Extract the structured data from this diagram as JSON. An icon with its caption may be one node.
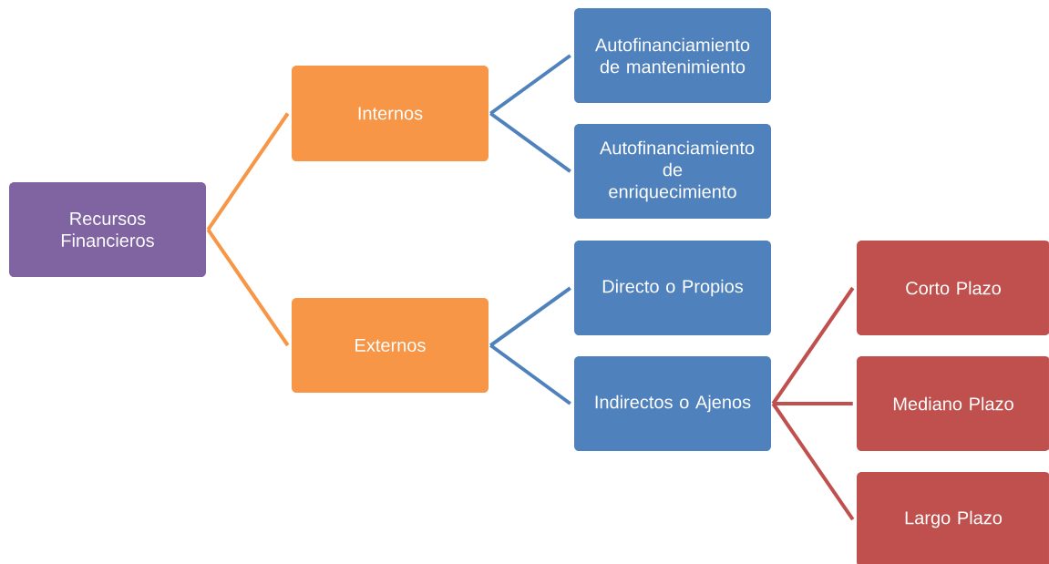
{
  "diagram": {
    "nodes": [
      {
        "text": [
          "Recursos Financieros"
        ]
      },
      {
        "text": [
          "Internos"
        ]
      },
      {
        "text": [
          "Externos"
        ]
      },
      {
        "text": [
          "Autofinanciamiento de mantenimiento"
        ]
      },
      {
        "text": [
          "Autofinanciamiento de enriquecimiento"
        ]
      },
      {
        "text": [
          "Directo o Propios"
        ]
      },
      {
        "text": [
          "Indirectos o Ajenos"
        ]
      },
      {
        "text": [
          "Corto Plazo"
        ]
      },
      {
        "text": [
          "Mediano Plazo"
        ]
      },
      {
        "text": [
          "Largo Plazo"
        ]
      }
    ],
    "edges": [
      {
        "from": 0,
        "to": 1,
        "arrow": "none",
        "color": "#f79646"
      },
      {
        "from": 0,
        "to": 2,
        "arrow": "none",
        "color": "#f79646"
      },
      {
        "from": 1,
        "to": 3,
        "arrow": "none"
      },
      {
        "from": 1,
        "to": 4,
        "arrow": "none"
      },
      {
        "from": 2,
        "to": 5,
        "arrow": "none"
      },
      {
        "from": 2,
        "to": 6,
        "arrow": "none"
      },
      {
        "from": 6,
        "to": 7,
        "arrow": "none",
        "color": "#c0504d"
      },
      {
        "from": 6,
        "to": 8,
        "arrow": "none",
        "color": "#c0504d"
      },
      {
        "from": 6,
        "to": 9,
        "arrow": "none",
        "color": "#c0504d"
      }
    ]
  }
}
